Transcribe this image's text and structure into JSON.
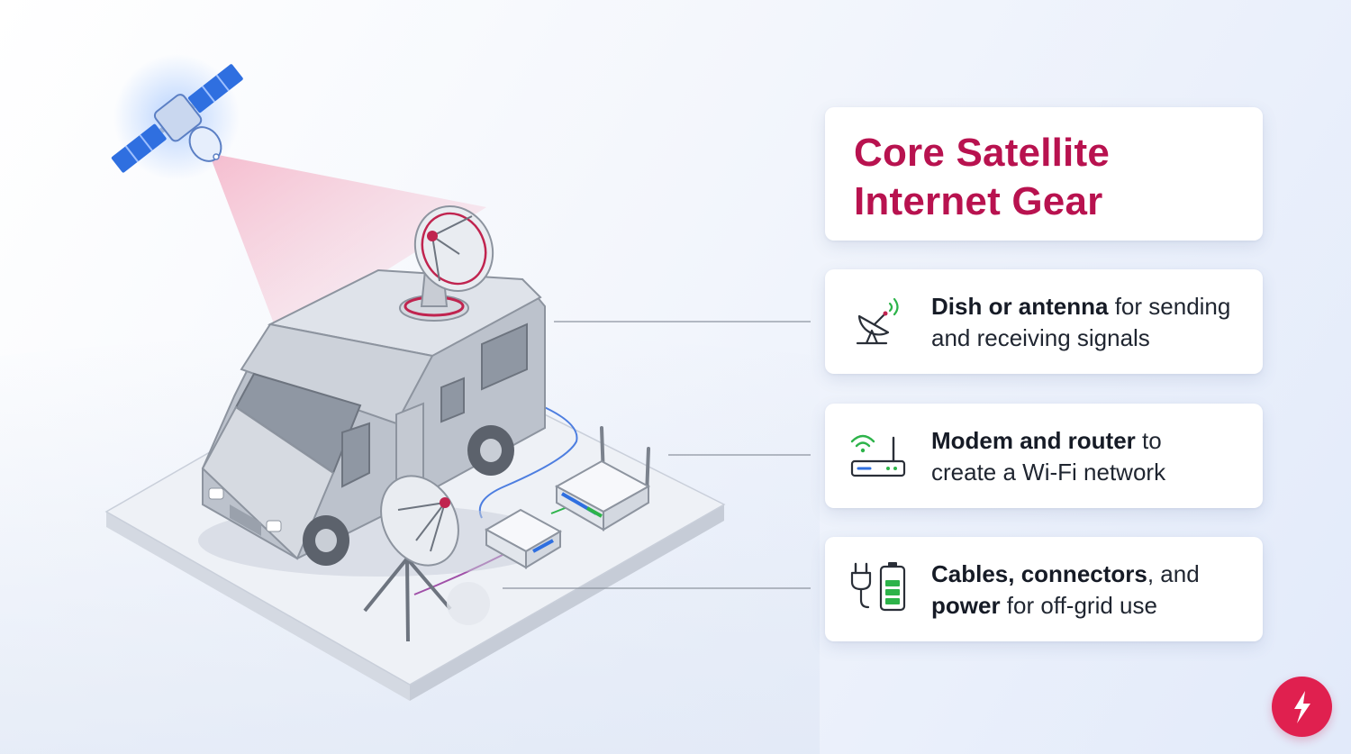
{
  "title": {
    "line1": "Core Satellite",
    "line2": "Internet Gear"
  },
  "features": [
    {
      "icon": "satellite-dish-icon",
      "bold1": "Dish or antenna",
      "rest1": " for sending",
      "rest2": "and receiving signals"
    },
    {
      "icon": "wifi-router-icon",
      "bold1": "Modem and router",
      "rest1": " to",
      "rest2": "create a Wi-Fi network"
    },
    {
      "icon": "plug-battery-icon",
      "bold1": "Cables, connectors",
      "rest1": ", and",
      "bold2": "power",
      "rest2": " for off-grid use"
    }
  ],
  "colors": {
    "accent": "#b8124f",
    "logo": "#e0204f",
    "satellite_blue": "#2f6fe0",
    "wifi_green": "#2db34a"
  },
  "logo_icon": "lightning-bolt-icon"
}
